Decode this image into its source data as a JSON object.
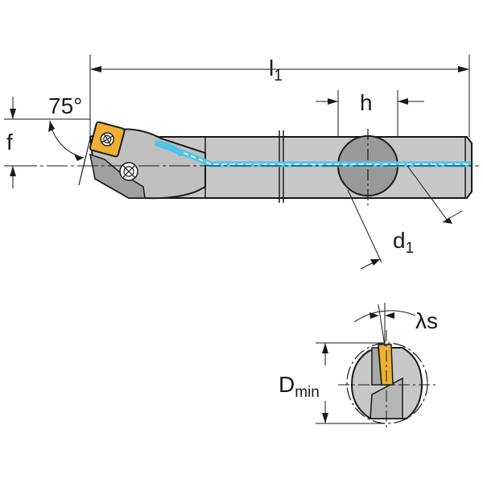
{
  "labels": {
    "l1": "l",
    "l1_sub": "1",
    "h": "h",
    "f": "f",
    "angle": "75°",
    "d1": "d",
    "d1_sub": "1",
    "lambda_s": "λs",
    "dmin": "D",
    "dmin_sub": "min"
  },
  "colors": {
    "body": "#c8c8c8",
    "body_dark": "#a8a8a8",
    "shadow": "#8c8c8c",
    "insert": "#f0b030",
    "coolant": "#4fc4e8",
    "line": "#1a1a1a"
  }
}
